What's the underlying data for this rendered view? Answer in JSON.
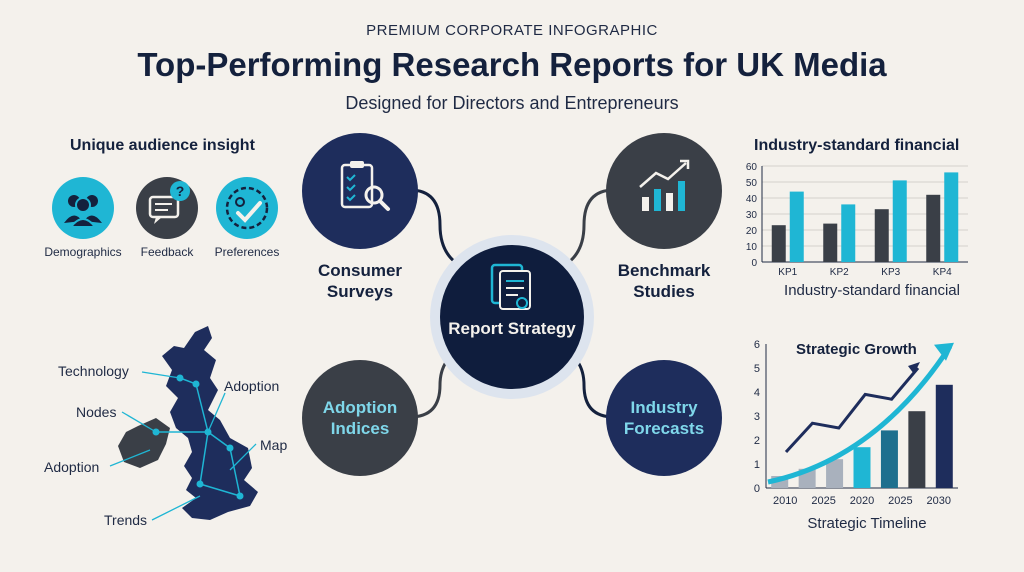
{
  "header": {
    "eyebrow": "PREMIUM CORPORATE INFOGRAPHIC",
    "title": "Top-Performing Research Reports for UK Media",
    "subtitle": "Designed for Directors and Entrepreneurs"
  },
  "insight": {
    "title": "Unique audience insight",
    "items": [
      {
        "label": "Demographics",
        "icon": "people-icon"
      },
      {
        "label": "Feedback",
        "icon": "speech-bubble-question-icon"
      },
      {
        "label": "Preferences",
        "icon": "preferences-check-icon"
      }
    ]
  },
  "hub": {
    "center": "Report Strategy",
    "nodes": {
      "consumer": "Consumer Surveys",
      "benchmark": "Benchmark Studies",
      "adoption": "Adoption Indices",
      "forecasts": "Industry Forecasts"
    }
  },
  "map": {
    "labels": [
      "Technology",
      "Adoption",
      "Nodes",
      "Map",
      "Adoption",
      "Trends"
    ]
  },
  "colors": {
    "navy": "#14213d",
    "teal": "#1fb6d4",
    "charcoal": "#3a3f47",
    "background": "#f4f1ec"
  },
  "chart_data": [
    {
      "type": "bar",
      "title": "Industry-standard financial",
      "xlabel": "Industry-standard financial",
      "categories": [
        "KP1",
        "KP2",
        "KP3",
        "KP4"
      ],
      "series": [
        {
          "values": [
            23,
            24,
            33,
            42
          ]
        },
        {
          "values": [
            44,
            36,
            51,
            56
          ]
        }
      ],
      "ylim": [
        0,
        60
      ],
      "yticks": [
        0,
        10,
        20,
        30,
        40,
        50,
        60
      ],
      "grid": true
    },
    {
      "type": "bar",
      "title": "Strategic Growth",
      "xlabel": "Strategic Timeline",
      "categories": [
        "2010",
        "2025",
        "2020",
        "2025",
        "2030"
      ],
      "values": [
        0.5,
        0.8,
        1.2,
        1.7,
        2.4,
        3.2,
        4.3
      ],
      "ylim": [
        0,
        6
      ],
      "yticks": [
        0,
        1,
        2,
        3,
        4,
        5,
        6
      ],
      "trend_line": [
        1.5,
        2.7,
        2.5,
        3.9,
        3.7,
        5.0
      ],
      "growth_arrow": true
    }
  ]
}
